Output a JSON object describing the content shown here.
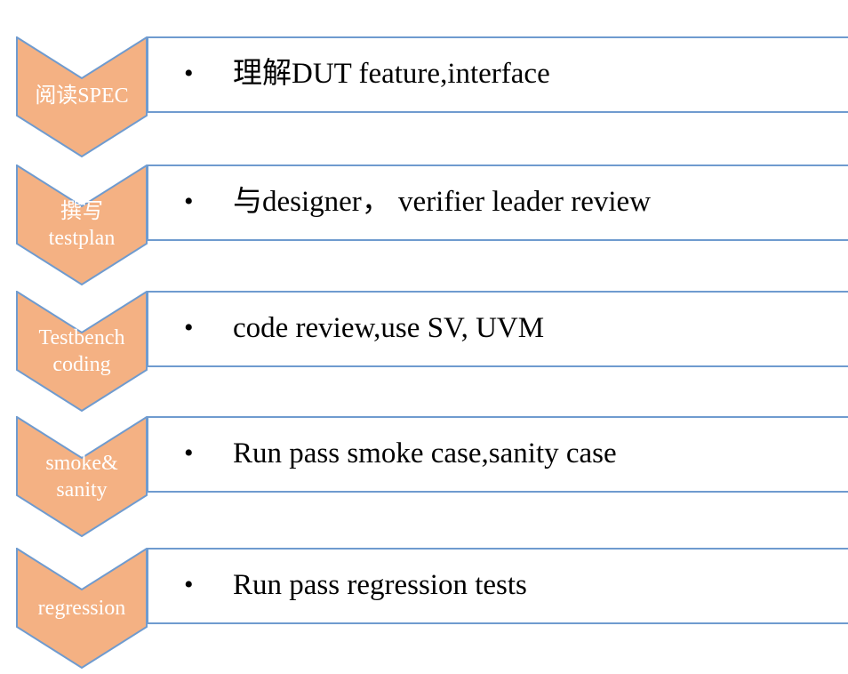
{
  "colors": {
    "chevron_fill": "#f4b183",
    "chevron_stroke": "#6f9bcf",
    "panel_border": "#6f9bcf",
    "chevron_text": "#ffffff",
    "panel_text": "#000000"
  },
  "steps": [
    {
      "label_lines": [
        "阅读SPEC"
      ],
      "bullet": "•",
      "text": "理解DUT feature,interface"
    },
    {
      "label_lines": [
        "撰写",
        "testplan"
      ],
      "bullet": "•",
      "text": "与designer，  verifier leader review"
    },
    {
      "label_lines": [
        "Testbench",
        "coding"
      ],
      "bullet": "•",
      "text": "code review,use SV, UVM"
    },
    {
      "label_lines": [
        "smoke&",
        "sanity"
      ],
      "bullet": "•",
      "text": "Run pass smoke case,sanity case"
    },
    {
      "label_lines": [
        "regression"
      ],
      "bullet": "•",
      "text": "Run pass regression tests"
    }
  ]
}
